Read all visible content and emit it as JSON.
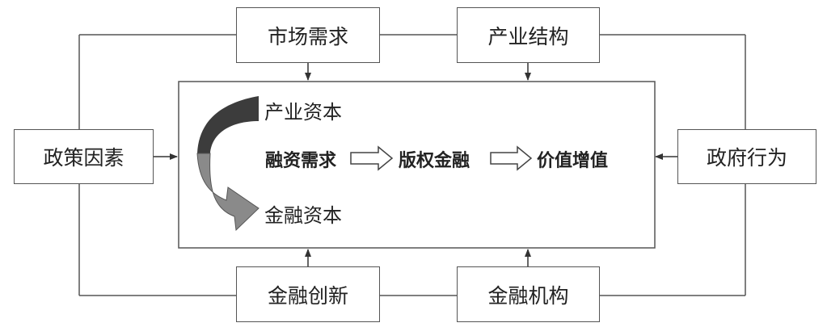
{
  "outer_nodes": {
    "top_left": "市场需求",
    "top_right": "产业结构",
    "left": "政策因素",
    "right": "政府行为",
    "bottom_left": "金融创新",
    "bottom_right": "金融机构"
  },
  "inner": {
    "industrial_capital": "产业资本",
    "financial_capital": "金融资本",
    "flow": [
      "融资需求",
      "版权金融",
      "价值增值"
    ]
  }
}
